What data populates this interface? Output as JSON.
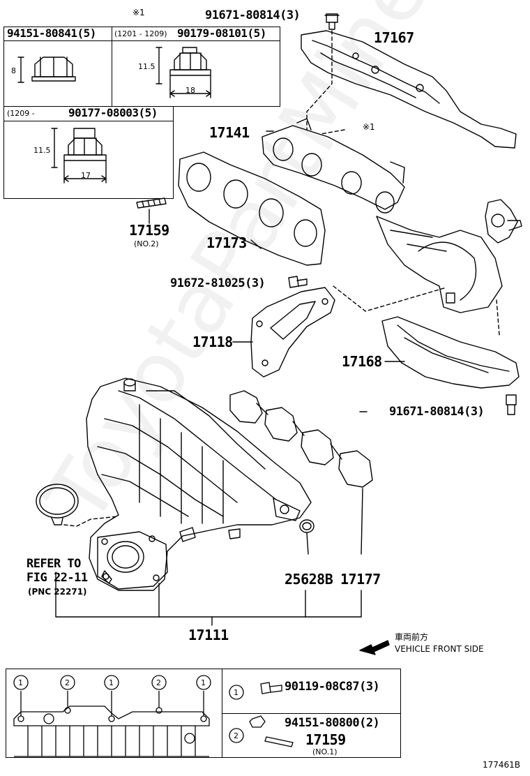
{
  "watermark": "ToyotaPartMine.ru",
  "nuts_box": {
    "note_mark": "※1",
    "nut1_part": "94151-80841(5)",
    "nut1_height": "8",
    "nut2_range": "(1201 - 1209)",
    "nut2_part": "90179-08101(5)",
    "nut2_height": "11.5",
    "nut2_width": "18",
    "nut3_range": "(1209 -",
    "nut3_part": "90177-08003(5)",
    "nut3_height": "11.5",
    "nut3_width": "17"
  },
  "parts": {
    "bolt_top": "91671-80814(3)",
    "p17167": "17167",
    "p17141": "17141",
    "ref_mark": "※1",
    "p17159_top": "17159",
    "p17159_top_sub": "(NO.2)",
    "p17173": "17173",
    "bolt_mid": "91672-81025(3)",
    "p17118": "17118",
    "p17168": "17168",
    "bolt_bottom": "91671-80814(3)",
    "refer_line1": "REFER TO",
    "refer_line2": "FIG 22-11",
    "refer_line3": "(PNC 22271)",
    "p25628B": "25628B",
    "p17177": "17177",
    "p17111": "17111"
  },
  "direction": {
    "jp": "車両前方",
    "en": "VEHICLE FRONT SIDE"
  },
  "legend": {
    "marker1": "1",
    "marker2": "2",
    "item1_part": "90119-08C87(3)",
    "item2_part": "94151-80800(2)",
    "item2_sub_part": "17159",
    "item2_sub_note": "(NO.1)"
  },
  "illustration_id": "177461B"
}
